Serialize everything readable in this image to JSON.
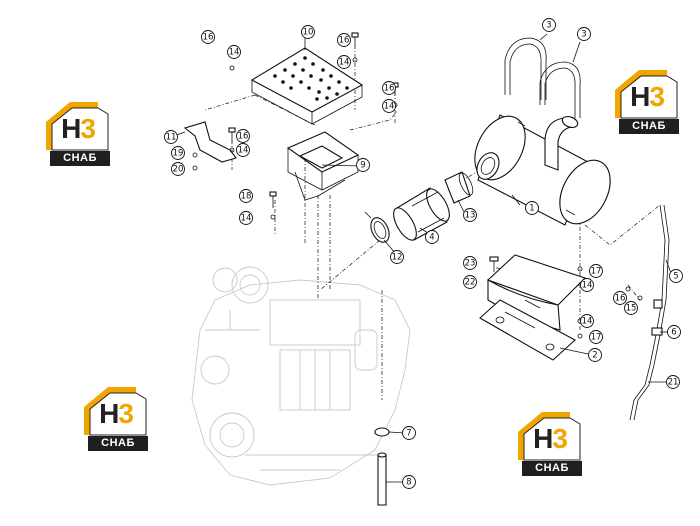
{
  "watermark": {
    "code_main": "H",
    "code_tail": "3",
    "brand": "CHAБ",
    "accent_color": "#f0a500"
  },
  "callouts": [
    {
      "label": "1",
      "part": "muffler"
    },
    {
      "label": "2",
      "part": "muffler-bracket"
    },
    {
      "label": "3",
      "part": "u-bolt"
    },
    {
      "label": "3",
      "part": "u-bolt"
    },
    {
      "label": "4",
      "part": "exhaust-pipe"
    },
    {
      "label": "5",
      "part": "support-rod"
    },
    {
      "label": "6",
      "part": "clip"
    },
    {
      "label": "7",
      "part": "clamp"
    },
    {
      "label": "8",
      "part": "tube"
    },
    {
      "label": "9",
      "part": "bracket"
    },
    {
      "label": "10",
      "part": "guard-plate"
    },
    {
      "label": "11",
      "part": "support-arm"
    },
    {
      "label": "12",
      "part": "clamp-ring"
    },
    {
      "label": "13",
      "part": "pipe-clamp"
    },
    {
      "label": "14",
      "part": "washer"
    },
    {
      "label": "14",
      "part": "washer"
    },
    {
      "label": "14",
      "part": "washer"
    },
    {
      "label": "14",
      "part": "washer"
    },
    {
      "label": "14",
      "part": "washer"
    },
    {
      "label": "14",
      "part": "washer"
    },
    {
      "label": "14",
      "part": "washer"
    },
    {
      "label": "15",
      "part": "washer"
    },
    {
      "label": "16",
      "part": "bolt"
    },
    {
      "label": "16",
      "part": "bolt"
    },
    {
      "label": "16",
      "part": "bolt"
    },
    {
      "label": "16",
      "part": "bolt"
    },
    {
      "label": "16",
      "part": "bolt"
    },
    {
      "label": "17",
      "part": "nut"
    },
    {
      "label": "17",
      "part": "nut"
    },
    {
      "label": "18",
      "part": "bolt"
    },
    {
      "label": "19",
      "part": "washer"
    },
    {
      "label": "20",
      "part": "nut"
    },
    {
      "label": "21",
      "part": "hose"
    },
    {
      "label": "22",
      "part": "washer"
    },
    {
      "label": "23",
      "part": "bolt"
    }
  ]
}
